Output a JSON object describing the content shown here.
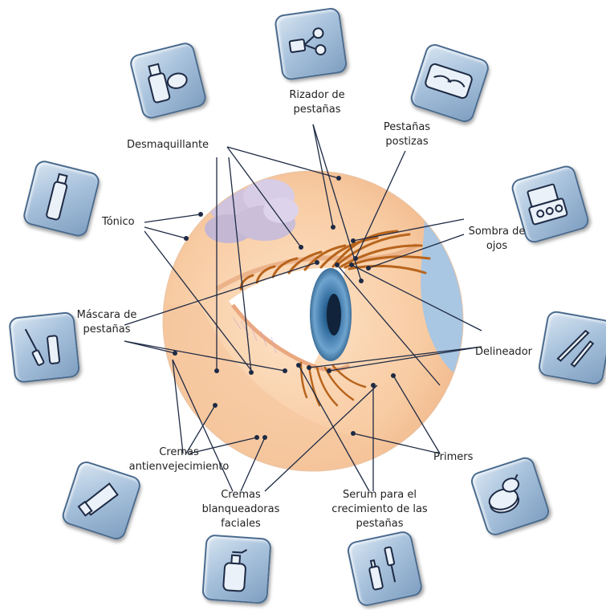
{
  "labels": {
    "rizador": [
      "Rizador de",
      "pestañas"
    ],
    "pestanas_postizas": [
      "Pestañas",
      "postizas"
    ],
    "desmaquillante": "Desmaquillante",
    "tonico": "Tónico",
    "sombra": [
      "Sombra de",
      "ojos"
    ],
    "mascara": [
      "Máscara de",
      "pestañas"
    ],
    "delineador": "Delineador",
    "cremas_anti": [
      "Cremas",
      "antienvejecimiento"
    ],
    "primers": "Primers",
    "cremas_blanq": [
      "Cremas",
      "blanqueadoras",
      "faciales"
    ],
    "serum": [
      "Serum para el",
      "crecimiento de las",
      "pestañas"
    ]
  },
  "icons": [
    {
      "name": "eyelash-curler-icon"
    },
    {
      "name": "false-eyelashes-case-icon"
    },
    {
      "name": "eyeshadow-palette-icon"
    },
    {
      "name": "eyeliner-pencils-icon"
    },
    {
      "name": "powder-compact-brush-icon"
    },
    {
      "name": "serum-bottle-wand-icon"
    },
    {
      "name": "pump-bottle-icon"
    },
    {
      "name": "cream-tube-icon"
    },
    {
      "name": "mascara-wand-tube-icon"
    },
    {
      "name": "toner-bottle-icon"
    },
    {
      "name": "makeup-remover-bottle-pad-icon"
    }
  ],
  "colors": {
    "skin": "#f9d2ad",
    "skin_shadow": "#f0b88e",
    "lash": "#b8641c",
    "iris": "#4a86b8",
    "background_blue": "#a9c6e2",
    "tile_border": "#4a6b8f",
    "line": "#1e2a44"
  }
}
